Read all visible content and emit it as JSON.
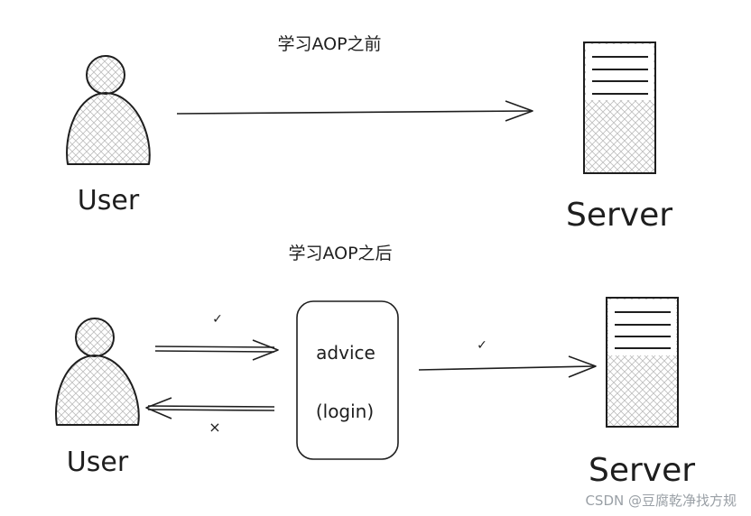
{
  "before": {
    "caption": "学习AOP之前",
    "user_label": "User",
    "server_label": "Server"
  },
  "after": {
    "caption": "学习AOP之后",
    "user_label": "User",
    "server_label": "Server",
    "advice_line1": "advice",
    "advice_line2": "(login)",
    "mark_request": "✓",
    "mark_response": "×",
    "mark_forward": "✓"
  },
  "watermark": "CSDN @豆腐乾净找方规",
  "colors": {
    "stroke": "#1e1e1e",
    "fill_hatch": "#bfbfbf",
    "watermark": "#9aa0a6"
  }
}
